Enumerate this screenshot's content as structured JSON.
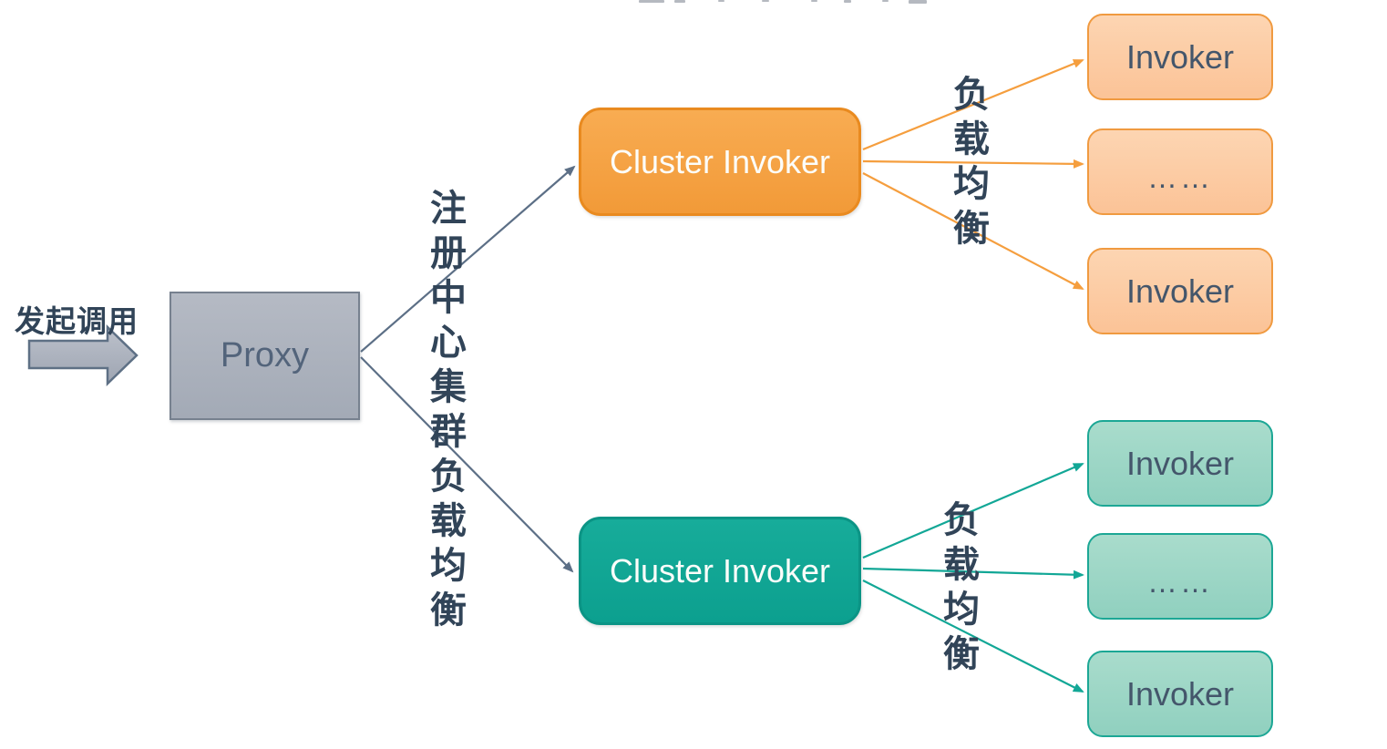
{
  "colors": {
    "slate_text": "#314458",
    "slate_line": "#5C6F86",
    "orange_line": "#F59E3E",
    "orange_border": "#E98A1F",
    "peach_hi": "#FDD5B2",
    "peach_lo": "#FBC397",
    "peach_border": "#F09A40",
    "teal_line": "#12A796",
    "teal_border": "#0B9485",
    "teal_light_hi": "#A9DCCC",
    "teal_light_lo": "#90D0BF",
    "teal_light_border": "#1CA795",
    "gray_hi": "#B5BAC4",
    "gray_lo": "#A3AAB6",
    "gray_border": "#77818F",
    "white_text": "#FCFDFA",
    "node_text": "#44566B",
    "proxy_text": "#53647B"
  },
  "source": {
    "label": "发起调用"
  },
  "proxy": {
    "label": "Proxy"
  },
  "registry": {
    "label": "注册中心集群负载均衡"
  },
  "clusters": {
    "top": {
      "label": "Cluster Invoker",
      "lb_label": "负载均衡",
      "invokers": [
        {
          "label": "Invoker"
        },
        {
          "label": "……"
        },
        {
          "label": "Invoker"
        }
      ]
    },
    "bottom": {
      "label": "Cluster Invoker",
      "lb_label": "负载均衡",
      "invokers": [
        {
          "label": "Invoker"
        },
        {
          "label": "……"
        },
        {
          "label": "Invoker"
        }
      ]
    }
  }
}
